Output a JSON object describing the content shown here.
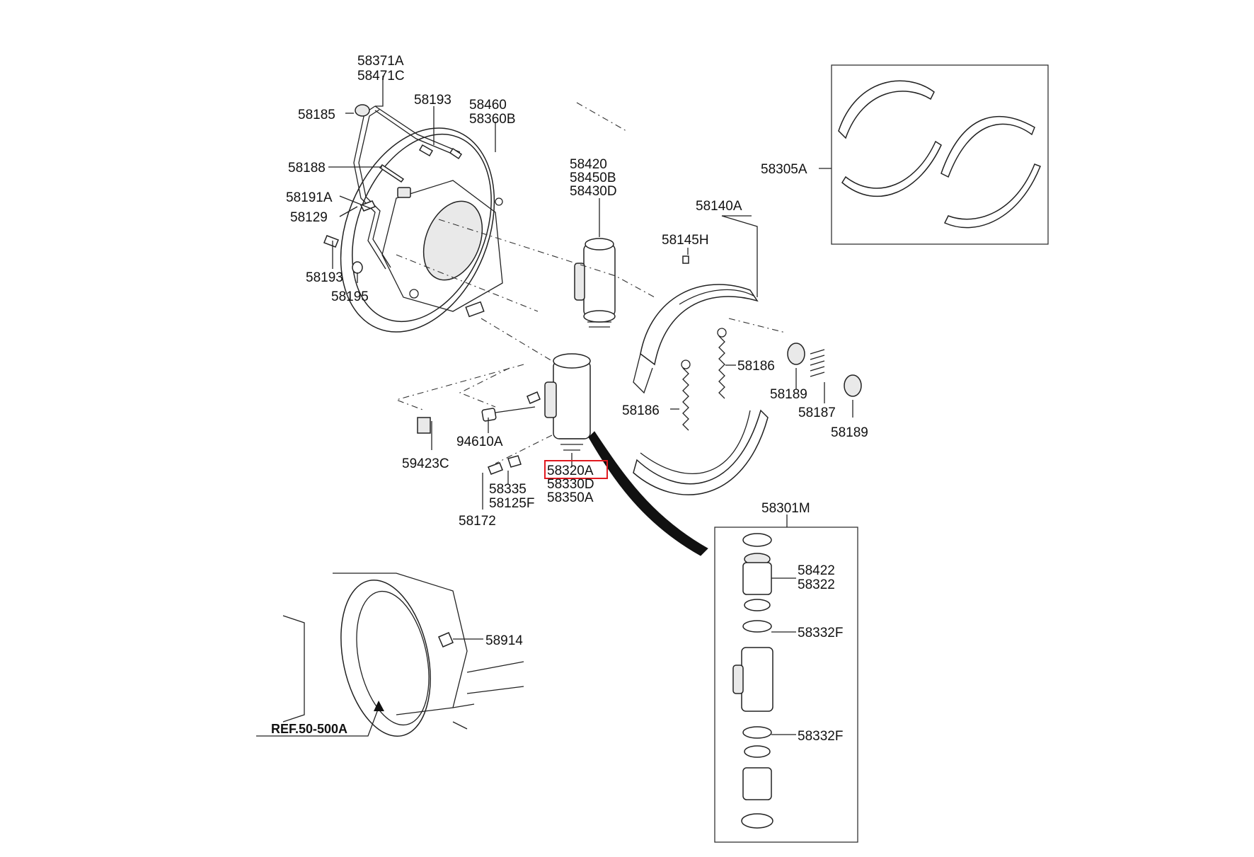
{
  "labels": {
    "l_58371A": "58371A",
    "l_58471C": "58471C",
    "l_58185": "58185",
    "l_58193_top": "58193",
    "l_58460": "58460",
    "l_58360B": "58360B",
    "l_58188": "58188",
    "l_58191A": "58191A",
    "l_58129": "58129",
    "l_58193_low": "58193",
    "l_58195": "58195",
    "l_58420": "58420",
    "l_58450B": "58450B",
    "l_58430D": "58430D",
    "l_58140A": "58140A",
    "l_58145H": "58145H",
    "l_58305A": "58305A",
    "l_58186_right": "58186",
    "l_58189_a": "58189",
    "l_58187": "58187",
    "l_58189_b": "58189",
    "l_58186_left": "58186",
    "l_94610A": "94610A",
    "l_59423C": "59423C",
    "l_58320A": "58320A",
    "l_58330D": "58330D",
    "l_58350A": "58350A",
    "l_58335": "58335",
    "l_58125F": "58125F",
    "l_58172": "58172",
    "l_58301M": "58301M",
    "l_58422": "58422",
    "l_58322": "58322",
    "l_58332F_a": "58332F",
    "l_58332F_b": "58332F",
    "l_58914": "58914",
    "l_ref": "REF.50-500A"
  },
  "highlight_part": "58320A",
  "colors": {
    "highlight": "#e0191f",
    "line": "#222222"
  }
}
